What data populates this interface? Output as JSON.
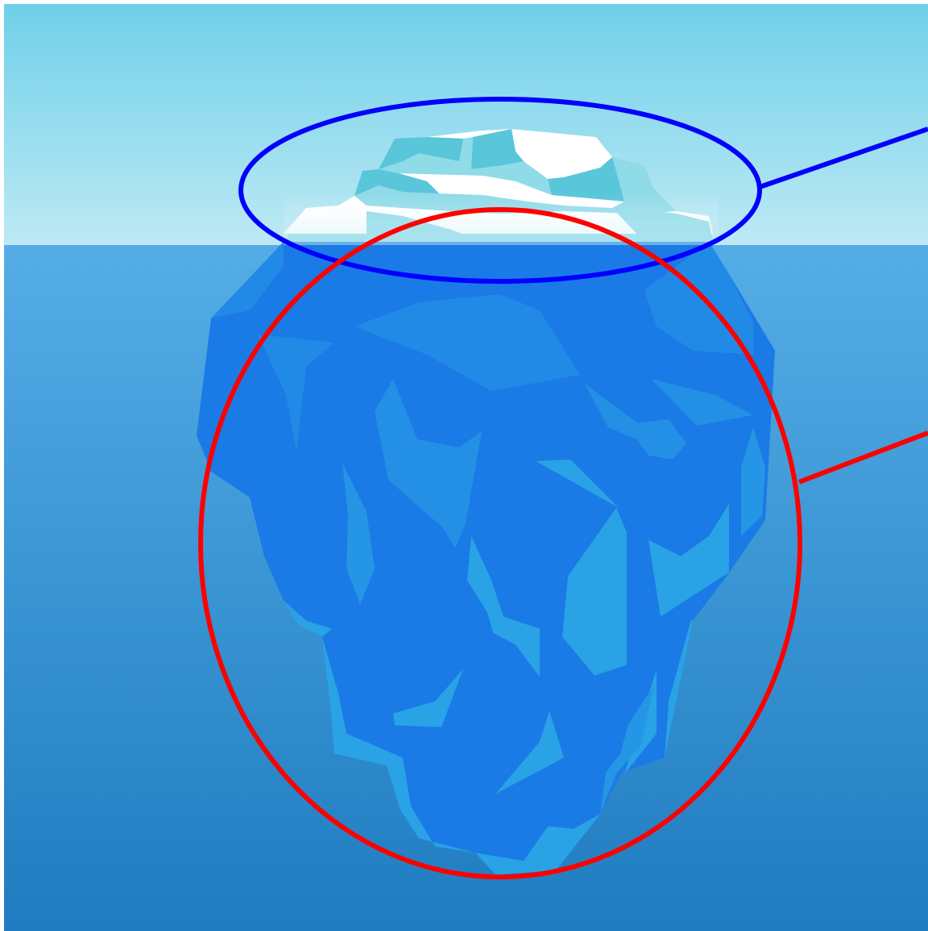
{
  "scene": {
    "subject": "iceberg",
    "colors": {
      "sky_top": "#6fd0e9",
      "sky_bottom": "#bde9f4",
      "water_top": "#55ade6",
      "water_bottom": "#1f7cc0",
      "ice_tip_light": "#ffffff",
      "ice_tip_shade": "#59c6da",
      "ice_tip_mid": "#8fdbe8",
      "ice_body_dark": "#1a7ae6",
      "ice_body_mid": "#218ae6",
      "ice_body_light": "#2aa2e6"
    }
  },
  "callouts": [
    {
      "id": "above-water",
      "color": "#0000ff"
    },
    {
      "id": "below-water",
      "color": "#ff0000"
    }
  ]
}
